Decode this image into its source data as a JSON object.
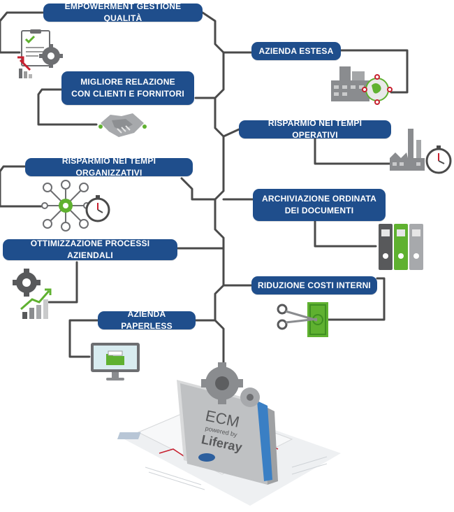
{
  "labels": {
    "empowerment": "EMPOWERMENT GESTIONE QUALITÀ",
    "azienda_estesa": "AZIENDA ESTESA",
    "relazione_l1": "MIGLIORE RELAZIONE",
    "relazione_l2": "CON CLIENTI E FORNITORI",
    "risparmio_operativi": "RISPARMIO NEI TEMPI OPERATIVI",
    "risparmio_organizzativi": "RISPARMIO NEI TEMPI ORGANIZZATIVI",
    "archiviazione_l1": "ARCHIVIAZIONE ORDINATA",
    "archiviazione_l2": "DEI DOCUMENTI",
    "ottimizzazione": "OTTIMIZZAZIONE PROCESSI AZIENDALI",
    "riduzione_costi": "RIDUZIONE COSTI INTERNI",
    "paperless": "AZIENDA PAPERLESS"
  },
  "center": {
    "ecm": "ECM",
    "powered_by": "powered by",
    "liferay": "Liferay"
  },
  "colors": {
    "pill": "#1f4e8c",
    "line": "#4a4a4a",
    "icon_gray": "#6d6e71",
    "icon_green": "#5fb130",
    "icon_red": "#c7202f"
  },
  "icons": [
    "checklist-gear-icon",
    "factory-globe-icon",
    "handshake-icon",
    "factory-stopwatch-icon",
    "network-stopwatch-icon",
    "binders-icon",
    "gear-chart-icon",
    "scissors-money-icon",
    "monitor-folder-icon",
    "ecm-documents-icon"
  ]
}
